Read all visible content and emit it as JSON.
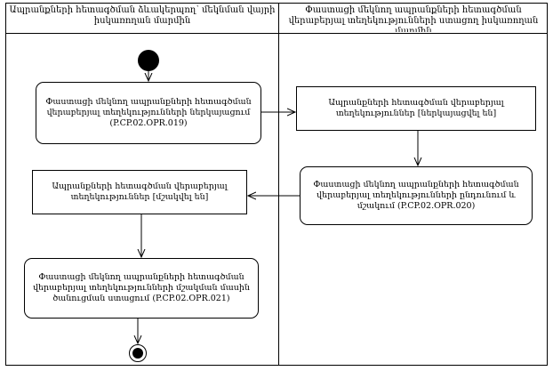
{
  "lanes": {
    "left_header": "Ապրանքների հետագծման ձևակերպող՝ մեկնման վայրի իսկառողան մարմին",
    "right_header": "Փաստացի մեկնող ապրանքների հետագծման վերաբերյալ տեղեկությունների ստացող իսկառողան մարմին"
  },
  "nodes": {
    "n1": "Փաստացի մեկնող ապրանքների հետագծման վերաբերյալ տեղեկությունների ներկայացում (P.CP.02.OPR.019)",
    "n2": "Ապրանքների հետագծման վերաբերյալ տեղեկություններ [ներկայացվել են]",
    "n3": "Փաստացի մեկնող ապրանքների հետագծման վերաբերյալ տեղեկությունների ընդունում և մշակում (P.CP.02.OPR.020)",
    "n4": "Ապրանքների հետագծման վերաբերյալ տեղեկություններ [մշակվել են]",
    "n5": "Փաստացի մեկնող ապրանքների հետագծման վերաբերյալ տեղեկությունների մշակման մասին ծանուցման ստացում (P.CP.02.OPR.021)"
  }
}
